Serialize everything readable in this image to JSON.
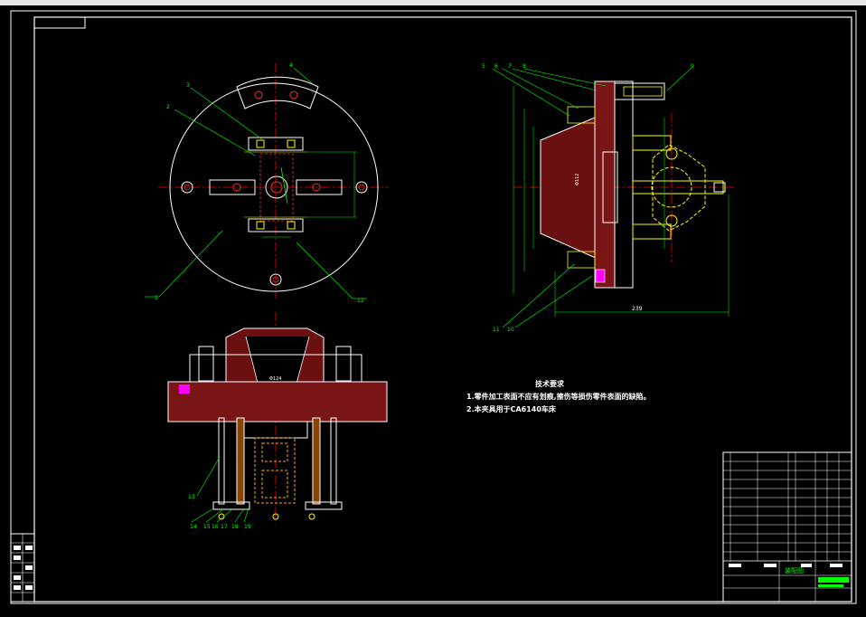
{
  "theme": {
    "background": "#000000",
    "outline": "#ffffff",
    "leader": "#00ff00",
    "center_line": "#ff0000",
    "hatch": "#ff3030",
    "screw": "#ffff00",
    "accent_magenta": "#ff00ff"
  },
  "callouts": {
    "top_view": [
      "1",
      "2",
      "3",
      "4",
      "12"
    ],
    "side_view": [
      "5",
      "6",
      "7",
      "8",
      "9",
      "10",
      "11"
    ],
    "front_view": [
      "13",
      "14",
      "15",
      "16",
      "17",
      "18",
      "19"
    ]
  },
  "dimensions": {
    "width_239": "239",
    "front_center": "Φ124",
    "side_center": "Φ112"
  },
  "technical_requirements": {
    "title": "技术要求",
    "lines": [
      "1.零件加工表面不应有划痕,擦伤等损伤零件表面的缺陷。",
      "2.本夹具用于CA6140车床"
    ]
  },
  "title_block": {
    "drawing_name": "装配图"
  },
  "left_strip": {
    "cells": [
      "",
      "",
      "",
      "",
      "",
      "",
      "",
      ""
    ]
  }
}
